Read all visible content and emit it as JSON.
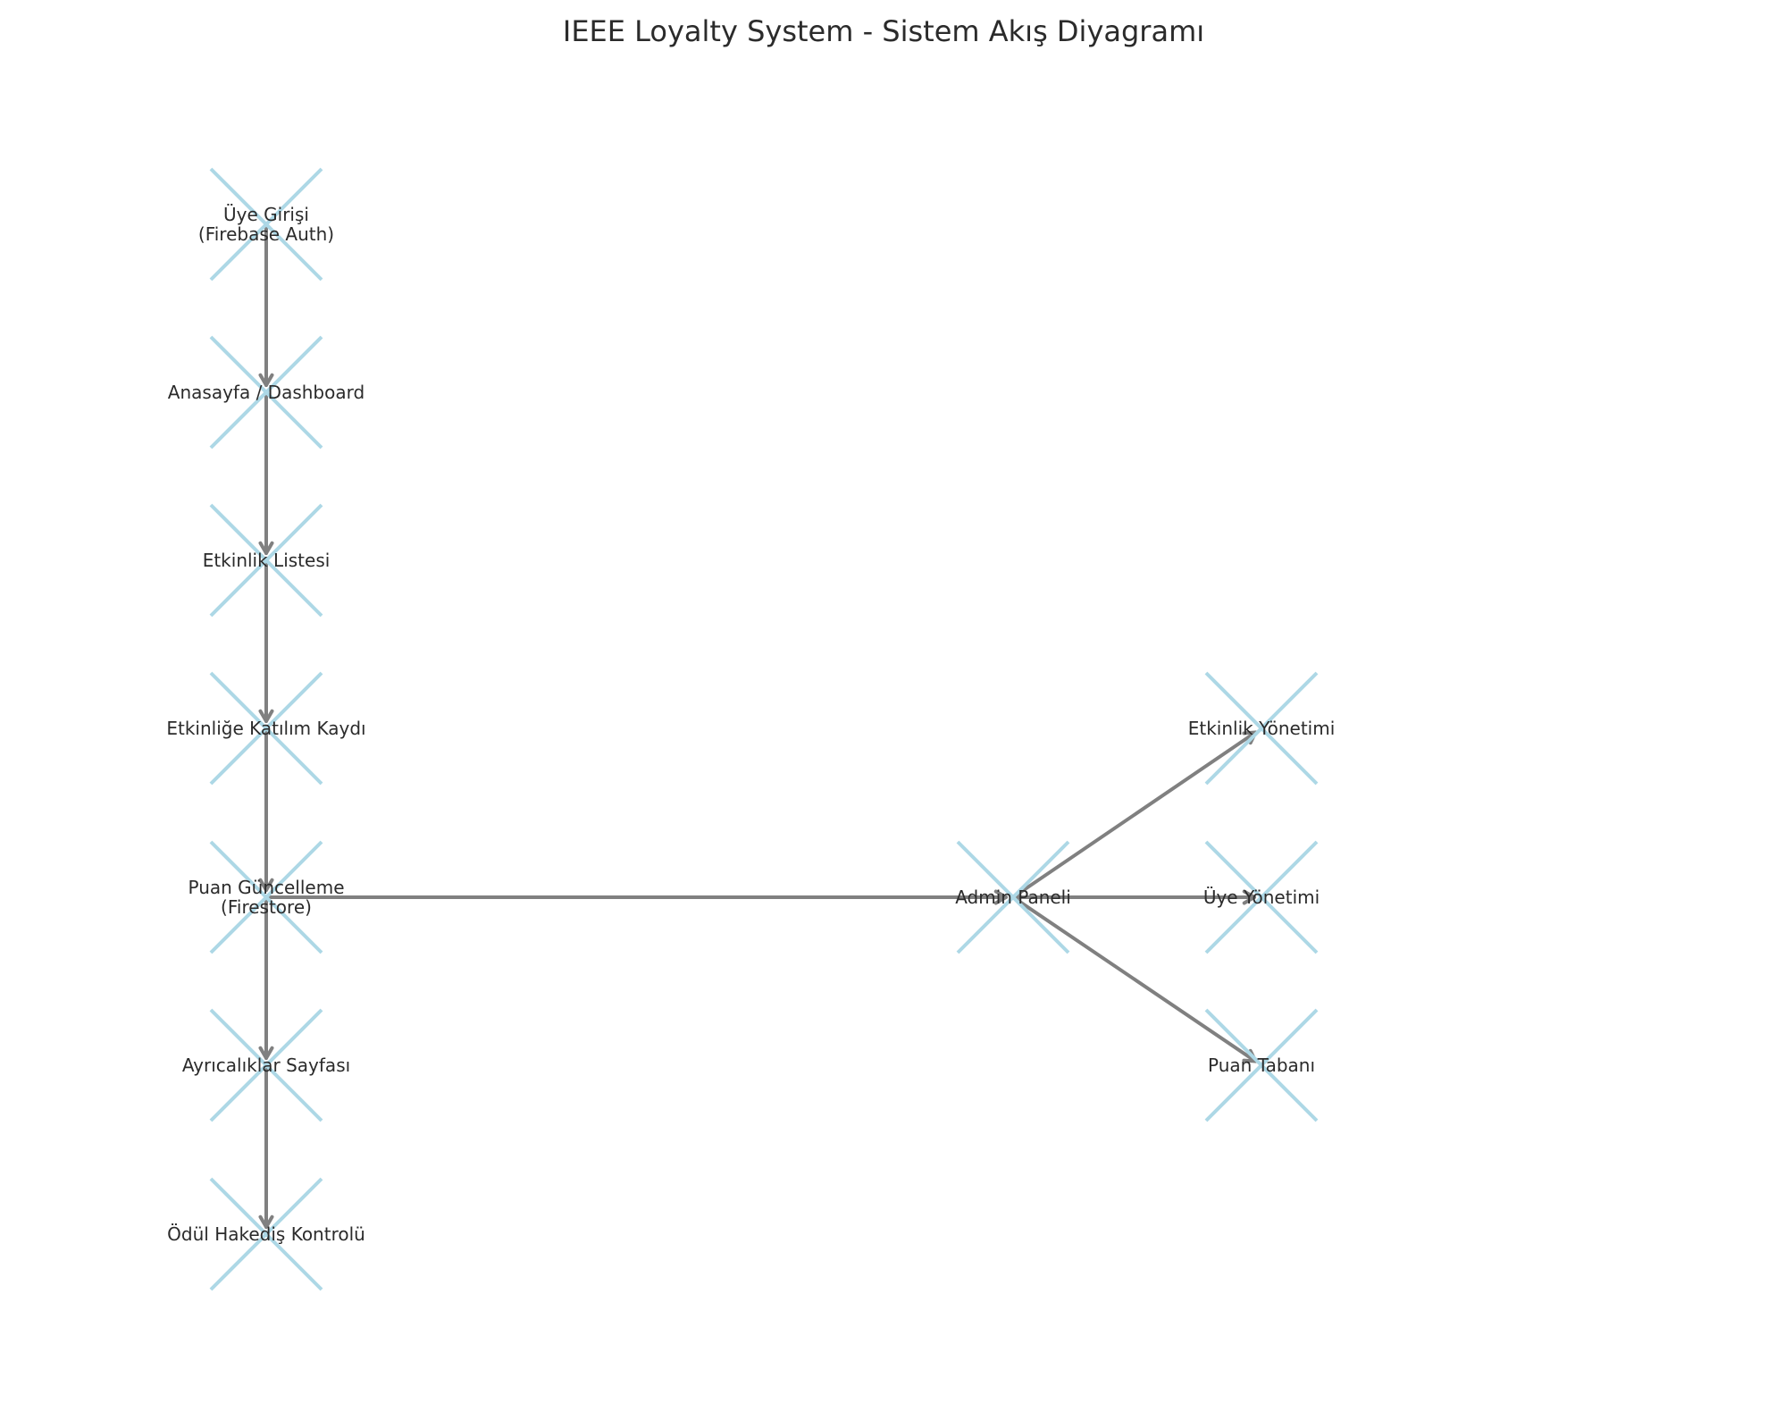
{
  "title": "IEEE Loyalty System - Sistem Akış Diyagramı",
  "colors": {
    "node_marker": "#add8e6",
    "edge": "#808080",
    "text": "#2b2b2b",
    "background": "#ffffff"
  },
  "nodes": [
    {
      "id": "uye_girisi",
      "lines": [
        "Üye Girişi",
        "(Firebase Auth)"
      ]
    },
    {
      "id": "anasayfa",
      "lines": [
        "Anasayfa / Dashboard"
      ]
    },
    {
      "id": "etkinlik_listesi",
      "lines": [
        "Etkinlik Listesi"
      ]
    },
    {
      "id": "katilim_kaydi",
      "lines": [
        "Etkinliğe Katılım Kaydı"
      ]
    },
    {
      "id": "puan_guncelleme",
      "lines": [
        "Puan Güncelleme",
        "(Firestore)"
      ]
    },
    {
      "id": "ayricaliklar",
      "lines": [
        "Ayrıcalıklar Sayfası"
      ]
    },
    {
      "id": "odul_hakedis",
      "lines": [
        "Ödül Hakediş Kontrolü"
      ]
    },
    {
      "id": "admin_paneli",
      "lines": [
        "Admin Paneli"
      ]
    },
    {
      "id": "etkinlik_yonetimi",
      "lines": [
        "Etkinlik Yönetimi"
      ]
    },
    {
      "id": "uye_yonetimi",
      "lines": [
        "Üye Yönetimi"
      ]
    },
    {
      "id": "puan_tabani",
      "lines": [
        "Puan Tabanı"
      ]
    }
  ],
  "edges": [
    {
      "from": "uye_girisi",
      "to": "anasayfa"
    },
    {
      "from": "anasayfa",
      "to": "etkinlik_listesi"
    },
    {
      "from": "etkinlik_listesi",
      "to": "katilim_kaydi"
    },
    {
      "from": "katilim_kaydi",
      "to": "puan_guncelleme"
    },
    {
      "from": "puan_guncelleme",
      "to": "ayricaliklar"
    },
    {
      "from": "ayricaliklar",
      "to": "odul_hakedis"
    },
    {
      "from": "puan_guncelleme",
      "to": "admin_paneli"
    },
    {
      "from": "admin_paneli",
      "to": "etkinlik_yonetimi"
    },
    {
      "from": "admin_paneli",
      "to": "uye_yonetimi"
    },
    {
      "from": "admin_paneli",
      "to": "puan_tabani"
    }
  ]
}
